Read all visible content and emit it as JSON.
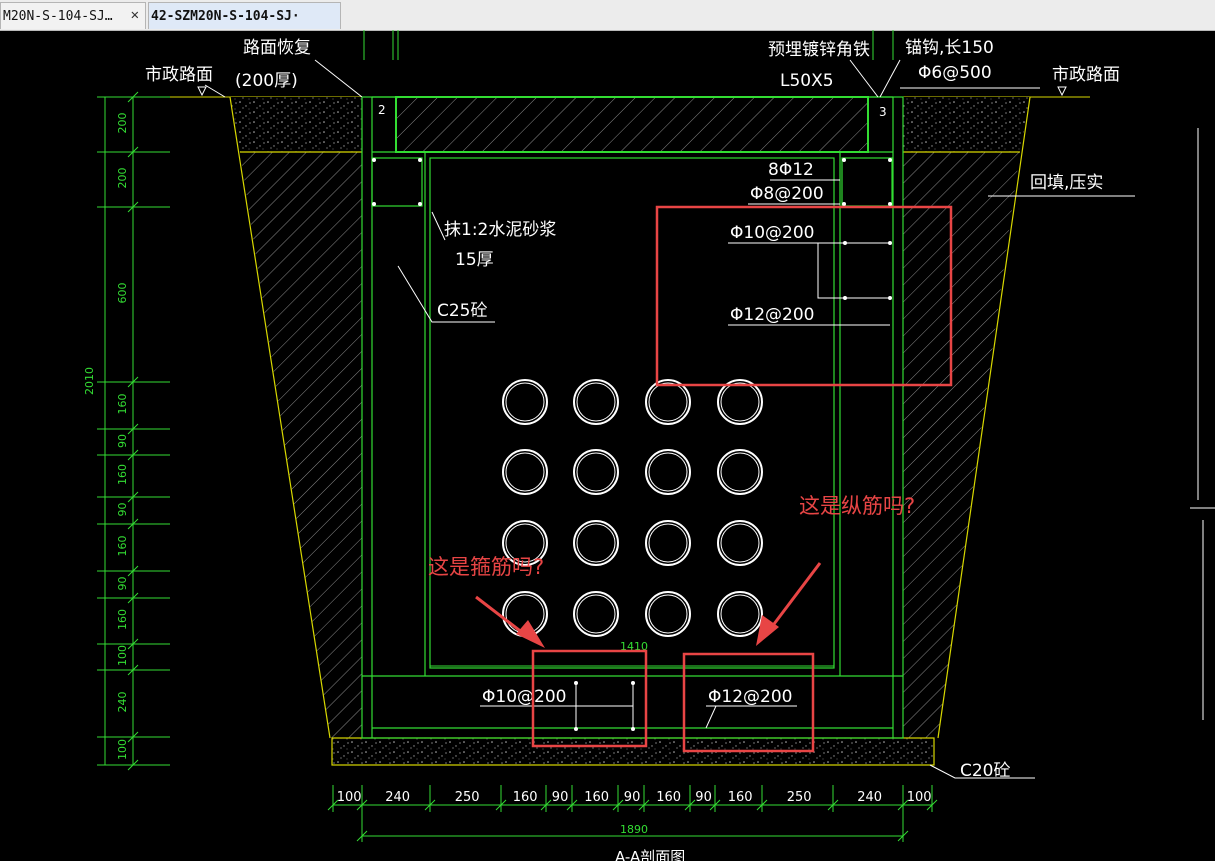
{
  "tabs": [
    {
      "label": "M20N-S-104-SJ…",
      "active": false
    },
    {
      "label": "42-SZM20N-S-104-SJ·",
      "active": true
    }
  ],
  "tab_close_glyph": "✕",
  "drawing": {
    "labels": {
      "road_left": "市政路面",
      "road_right": "市政路面",
      "road_restore_1": "路面恢复",
      "road_restore_2": "(200厚)",
      "embedded_angle": "预埋镀锌角铁",
      "angle_size": "L50X5",
      "anchor_1": "锚钩,长150",
      "anchor_2": "Φ6@500",
      "backfill": "回填,压实",
      "mortar_1": "抹1:2水泥砂浆",
      "mortar_2": "15厚",
      "concrete_c25": "C25砼",
      "concrete_c20": "C20砼",
      "rebar_8phi12": "8Φ12",
      "rebar_phi8": "Φ8@200",
      "rebar_phi10_upper": "Φ10@200",
      "rebar_phi12_upper": "Φ12@200",
      "rebar_phi10_lower": "Φ10@200",
      "rebar_phi12_lower": "Φ12@200",
      "inner_width": "1410",
      "total_width": "1890",
      "total_height": "2010",
      "section_title": "A-A剖面图",
      "corner_mark_left": "2",
      "corner_mark_right": "3"
    },
    "left_dims": [
      "200",
      "200",
      "600",
      "160",
      "90",
      "160",
      "90",
      "160",
      "90",
      "160",
      "100",
      "240",
      "100"
    ],
    "bottom_dims": [
      "100",
      "240",
      "250",
      "160",
      "90",
      "160",
      "90",
      "160",
      "90",
      "160",
      "250",
      "240",
      "100"
    ],
    "annotations": {
      "question_stirrup": "这是箍筋吗?",
      "question_longitudinal": "这是纵筋吗?"
    }
  },
  "colors": {
    "background": "#000000",
    "line_green": "#33dd33",
    "line_yellow": "#d8d800",
    "hatch_gray": "#9a9a9a",
    "text_white": "#ffffff",
    "annotation_red": "#e84545"
  }
}
